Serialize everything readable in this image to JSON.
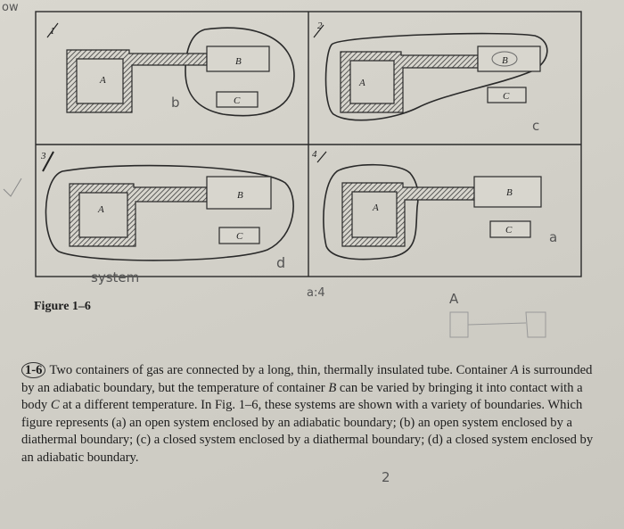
{
  "figure": {
    "caption": "Figure 1–6",
    "panels": [
      {
        "number": "1",
        "labels": {
          "a": "A",
          "b": "B",
          "c": "C"
        }
      },
      {
        "number": "2",
        "labels": {
          "a": "A",
          "b": "B",
          "c": "C"
        }
      },
      {
        "number": "3",
        "labels": {
          "a": "A",
          "b": "B",
          "c": "C"
        }
      },
      {
        "number": "4",
        "labels": {
          "a": "A",
          "b": "B",
          "c": "C"
        }
      }
    ]
  },
  "annotations": {
    "corner": "ow",
    "p1": "b",
    "p2": "c",
    "p3": "d",
    "p4": "a",
    "system": "system",
    "answer": "a:4",
    "sketch_label": "A",
    "after_question": "2"
  },
  "problem": {
    "number": "1-6",
    "seg1": "Two containers of gas are connected by a long, thin, thermally insulated tube. Container ",
    "varA": "A",
    "seg2": " is surrounded by an adiabatic boundary, but the temperature of container ",
    "varB": "B",
    "seg3": " can be varied by bringing it into contact with a body ",
    "varC": "C",
    "seg4": " at a different temperature. In Fig. 1–6, these systems are shown with a variety of boundaries. Which figure represents (a) an open system enclosed by an adiabatic boundary; (b) an open system enclosed by a diathermal boundary; (c) a closed system enclosed by a diathermal boundary; (d) a closed system enclosed by an adiabatic boundary."
  }
}
